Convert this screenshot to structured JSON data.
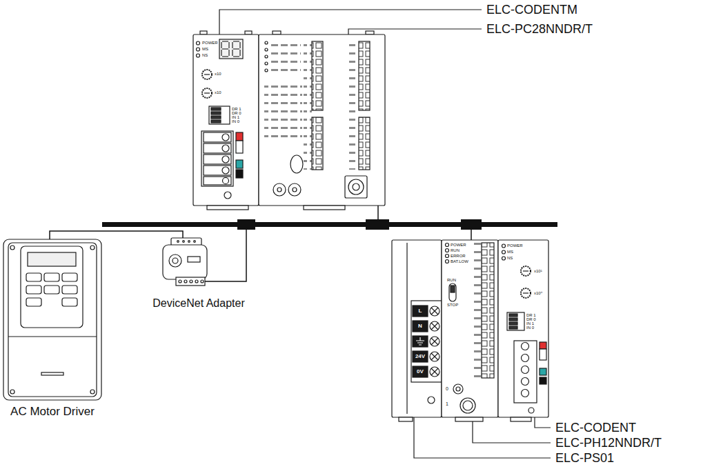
{
  "diagram": {
    "nodes": [
      {
        "text": [
          "AC Motor Driver"
        ]
      },
      {
        "text": [
          "DeviceNet Adapter"
        ]
      }
    ],
    "edges": [
      {
        "from": 0,
        "to": 1,
        "arrow": "none"
      }
    ],
    "labels": [
      "ELC-CODENTM",
      "ELC-PC28NNDR/T",
      "ELC-CODENT",
      "ELC-PH12NNDR/T",
      "ELC-PS01",
      "POWER",
      "MS",
      "NS",
      "x10",
      "x10",
      "DR 1",
      "DR 0",
      "IN 1",
      "IN 0",
      "L",
      "N",
      "24V",
      "0V",
      "POWER",
      "RUN",
      "ERROR",
      "BAT.LOW",
      "RUN",
      "STOP",
      "0",
      "1",
      "POWER",
      "MS",
      "NS",
      "x10¹",
      "x10⁰",
      "DR 1",
      "DR 0",
      "IN 1",
      "IN 0"
    ]
  }
}
